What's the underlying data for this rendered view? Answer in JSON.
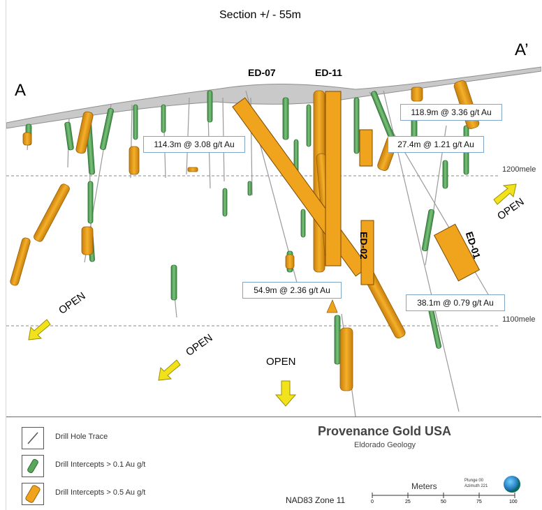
{
  "header": {
    "title": "Section +/ - 55m"
  },
  "section_labels": {
    "start": "A",
    "end": "A’"
  },
  "holes": {
    "ed07": "ED-07",
    "ed11": "ED-11",
    "ed02": "ED-02",
    "ed01": "ED-01"
  },
  "elevations": {
    "upper": "1200mele",
    "lower": "1100mele"
  },
  "intercepts": [
    "118.9m @ 3.36 g/t Au",
    "114.3m @ 3.08 g/t Au",
    "27.4m @ 1.21 g/t Au",
    "54.9m @ 2.36 g/t Au",
    "38.1m @ 0.79 g/t Au"
  ],
  "open_label": "OPEN",
  "legend": {
    "trace": "Drill Hole Trace",
    "green": "Drill Intercepts > 0.1 Au g/t",
    "orange": "Drill Intercepts > 0.5 Au g/t"
  },
  "company": {
    "name": "Provenance Gold USA",
    "subtitle": "Eldorado Geology"
  },
  "datum": "NAD83 Zone 11",
  "scale": {
    "title": "Meters",
    "ticks": [
      "0",
      "25",
      "50",
      "75",
      "100"
    ]
  },
  "plunge": {
    "line1": "Plunge 00",
    "line2": "Azimuth 221"
  },
  "colors": {
    "green": "#5aa65a",
    "orange": "#f0a31c",
    "arrow": "#f2e21b",
    "box_border": "#7fa7c9"
  }
}
